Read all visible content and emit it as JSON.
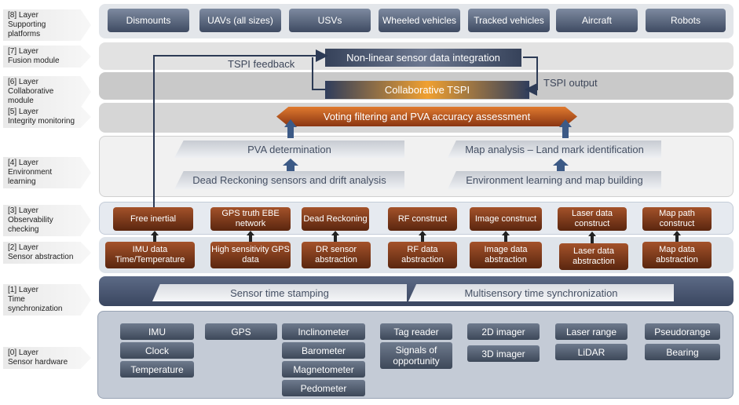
{
  "layers": [
    {
      "id": "8",
      "line1": "[8] Layer",
      "line2": "Supporting platforms"
    },
    {
      "id": "7",
      "line1": "[7] Layer",
      "line2": "Fusion module"
    },
    {
      "id": "6",
      "line1": "[6] Layer",
      "line2": "Collaborative module"
    },
    {
      "id": "5",
      "line1": "[5] Layer",
      "line2": "Integrity monitoring"
    },
    {
      "id": "4",
      "line1": "[4] Layer",
      "line2": "Environment learning"
    },
    {
      "id": "3",
      "line1": "[3] Layer",
      "line2": "Observability checking"
    },
    {
      "id": "2",
      "line1": "[2]  Layer",
      "line2": "Sensor abstraction"
    },
    {
      "id": "1",
      "line1": "[1] Layer",
      "line2": "Time synchronization"
    },
    {
      "id": "0",
      "line1": "[0]  Layer",
      "line2": "Sensor hardware"
    }
  ],
  "platforms": [
    "Dismounts",
    "UAVs (all sizes)",
    "USVs",
    "Wheeled vehicles",
    "Tracked vehicles",
    "Aircraft",
    "Robots"
  ],
  "fusion": {
    "box": "Non-linear sensor data integration",
    "feedback": "TSPI feedback",
    "output": "TSPI output"
  },
  "collab": {
    "box": "Collaborative TSPI"
  },
  "integrity": {
    "box": "Voting filtering and PVA accuracy assessment"
  },
  "env": {
    "pva": "PVA determination",
    "dead": "Dead Reckoning sensors and drift analysis",
    "map": "Map analysis – Land mark identification",
    "envlearn": "Environment learning and map building"
  },
  "observability": [
    "Free inertial",
    "GPS truth EBE network",
    "Dead Reckoning",
    "RF construct",
    "Image construct",
    "Laser data construct",
    "Map path construct"
  ],
  "abstraction": [
    "IMU data Time/Temperature",
    "High sensitivity GPS data",
    "DR sensor abstraction",
    "RF data abstraction",
    "Image data abstraction",
    "Laser data abstraction",
    "Map data abstraction"
  ],
  "timesync": {
    "left": "Sensor time stamping",
    "right": "Multisensory time synchronization"
  },
  "hardware": {
    "col1": [
      "IMU",
      "Clock",
      "Temperature"
    ],
    "col2": [
      "GPS"
    ],
    "col3": [
      "Inclinometer",
      "Barometer",
      "Magnetometer",
      "Pedometer"
    ],
    "col4": [
      "Tag reader",
      "Signals of opportunity"
    ],
    "col5": [
      "2D imager",
      "3D imager"
    ],
    "col6": [
      "Laser range",
      "LiDAR"
    ],
    "col7": [
      "Pseudorange",
      "Bearing"
    ]
  },
  "colors": {
    "orange": "#f0a030",
    "brown": "#7a3416",
    "slate": "#4a5568"
  }
}
